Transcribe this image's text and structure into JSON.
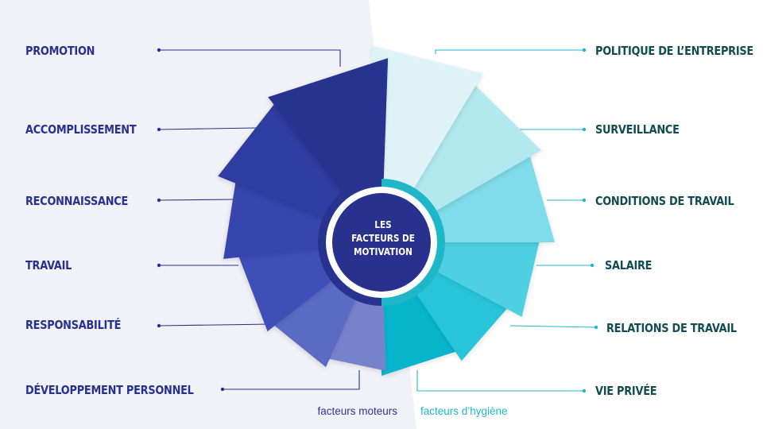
{
  "center": {
    "line1": "LES",
    "line2": "FACTEURS DE",
    "line3": "MOTIVATION"
  },
  "motivators": [
    {
      "label": "PROMOTION",
      "color": "#26338f"
    },
    {
      "label": "ACCOMPLISSEMENT",
      "color": "#2f3ca0"
    },
    {
      "label": "RECONNAISSANCE",
      "color": "#3646ad"
    },
    {
      "label": "TRAVAIL",
      "color": "#3e50b8"
    },
    {
      "label": "RESPONSABILITÉ",
      "color": "#5b6bc3"
    },
    {
      "label": "DÉVELOPPEMENT PERSONNEL",
      "color": "#7683cc"
    }
  ],
  "hygiene": [
    {
      "label": "POLITIQUE DE L’ENTREPRISE",
      "color": "#def3f8"
    },
    {
      "label": "SURVEILLANCE",
      "color": "#b2e9f1"
    },
    {
      "label": "CONDITIONS DE TRAVAIL",
      "color": "#80dcea"
    },
    {
      "label": "SALAIRE",
      "color": "#4ecfe2"
    },
    {
      "label": "RELATIONS DE TRAVAIL",
      "color": "#28c4d8"
    },
    {
      "label": "VIE PRIVÉE",
      "color": "#06b4cc"
    }
  ],
  "legend": {
    "motor": "facteurs moteurs",
    "hygiene": "facteurs d’hygiène"
  },
  "colors": {
    "background_left": "#f1f2f8",
    "leader_left": "#28318d",
    "leader_right": "#1fb6c8",
    "ring_left": "#27338e",
    "ring_right": "#1fb6c8"
  }
}
